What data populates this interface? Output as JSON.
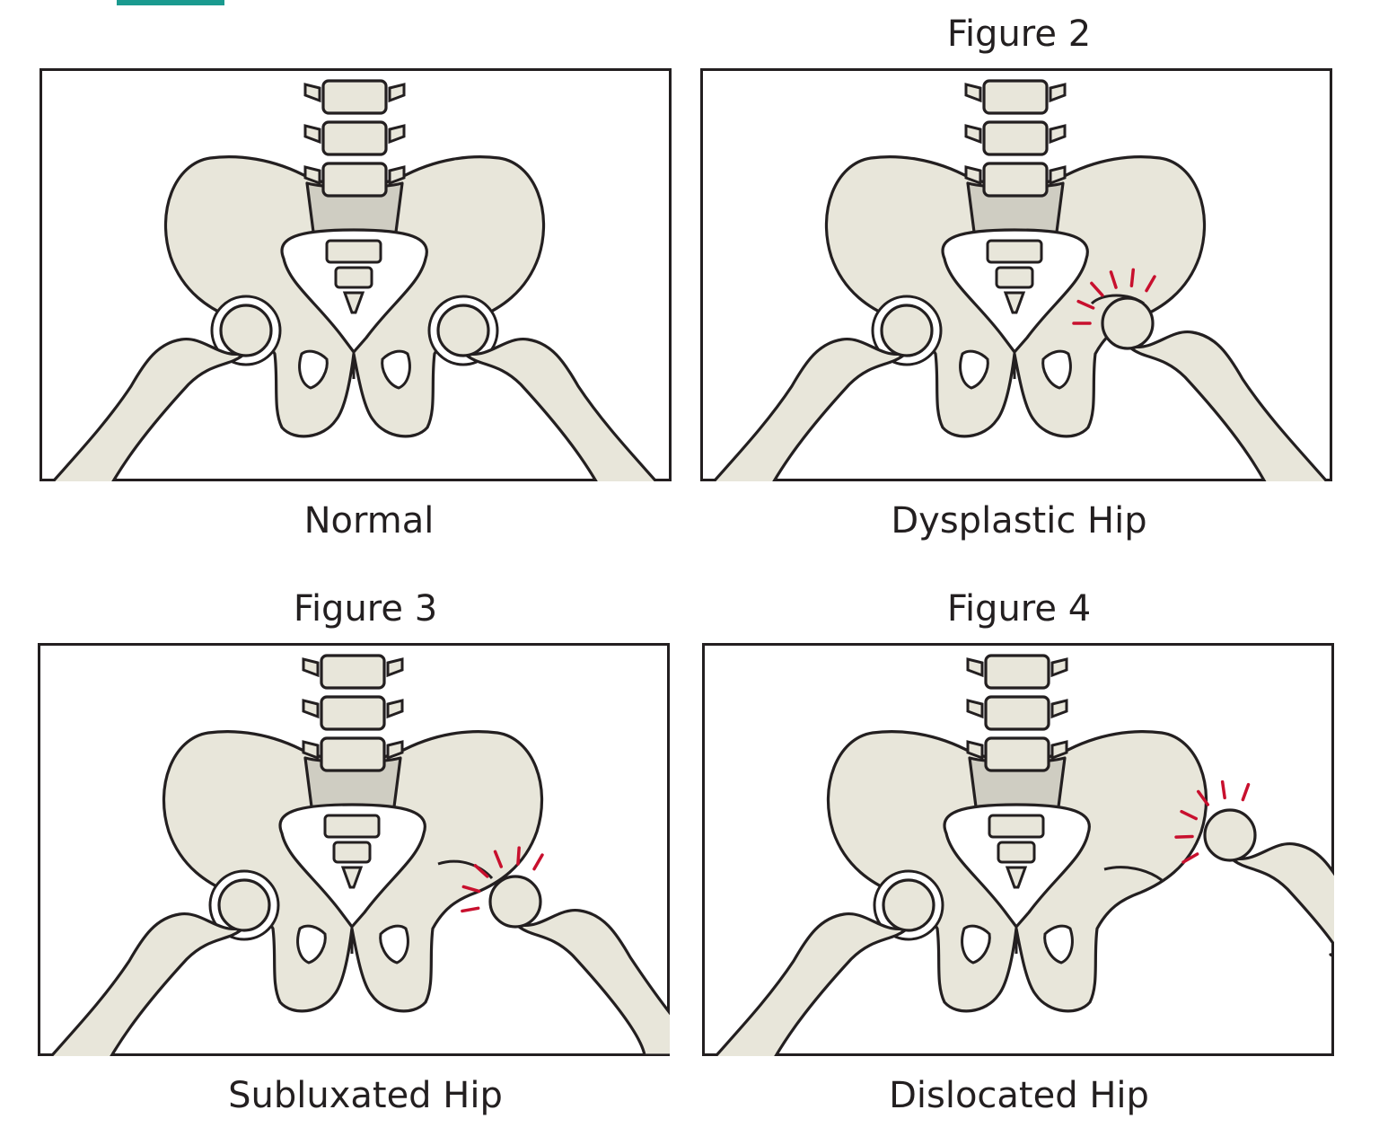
{
  "colors": {
    "bone_fill": "#e8e6da",
    "bone_stroke": "#231f20",
    "sacrum_fill": "#cfcdc2",
    "pain_marks": "#c8102e",
    "header_accent": "#1a9a8f"
  },
  "panels": [
    {
      "title": "",
      "caption": "Normal",
      "hip_state": "normal",
      "pain_indicator": false
    },
    {
      "title": "Figure 2",
      "caption": "Dysplastic Hip",
      "hip_state": "dysplastic",
      "pain_indicator": true
    },
    {
      "title": "Figure 3",
      "caption": "Subluxated Hip",
      "hip_state": "subluxated",
      "pain_indicator": true
    },
    {
      "title": "Figure 4",
      "caption": "Dislocated Hip",
      "hip_state": "dislocated",
      "pain_indicator": true
    }
  ]
}
